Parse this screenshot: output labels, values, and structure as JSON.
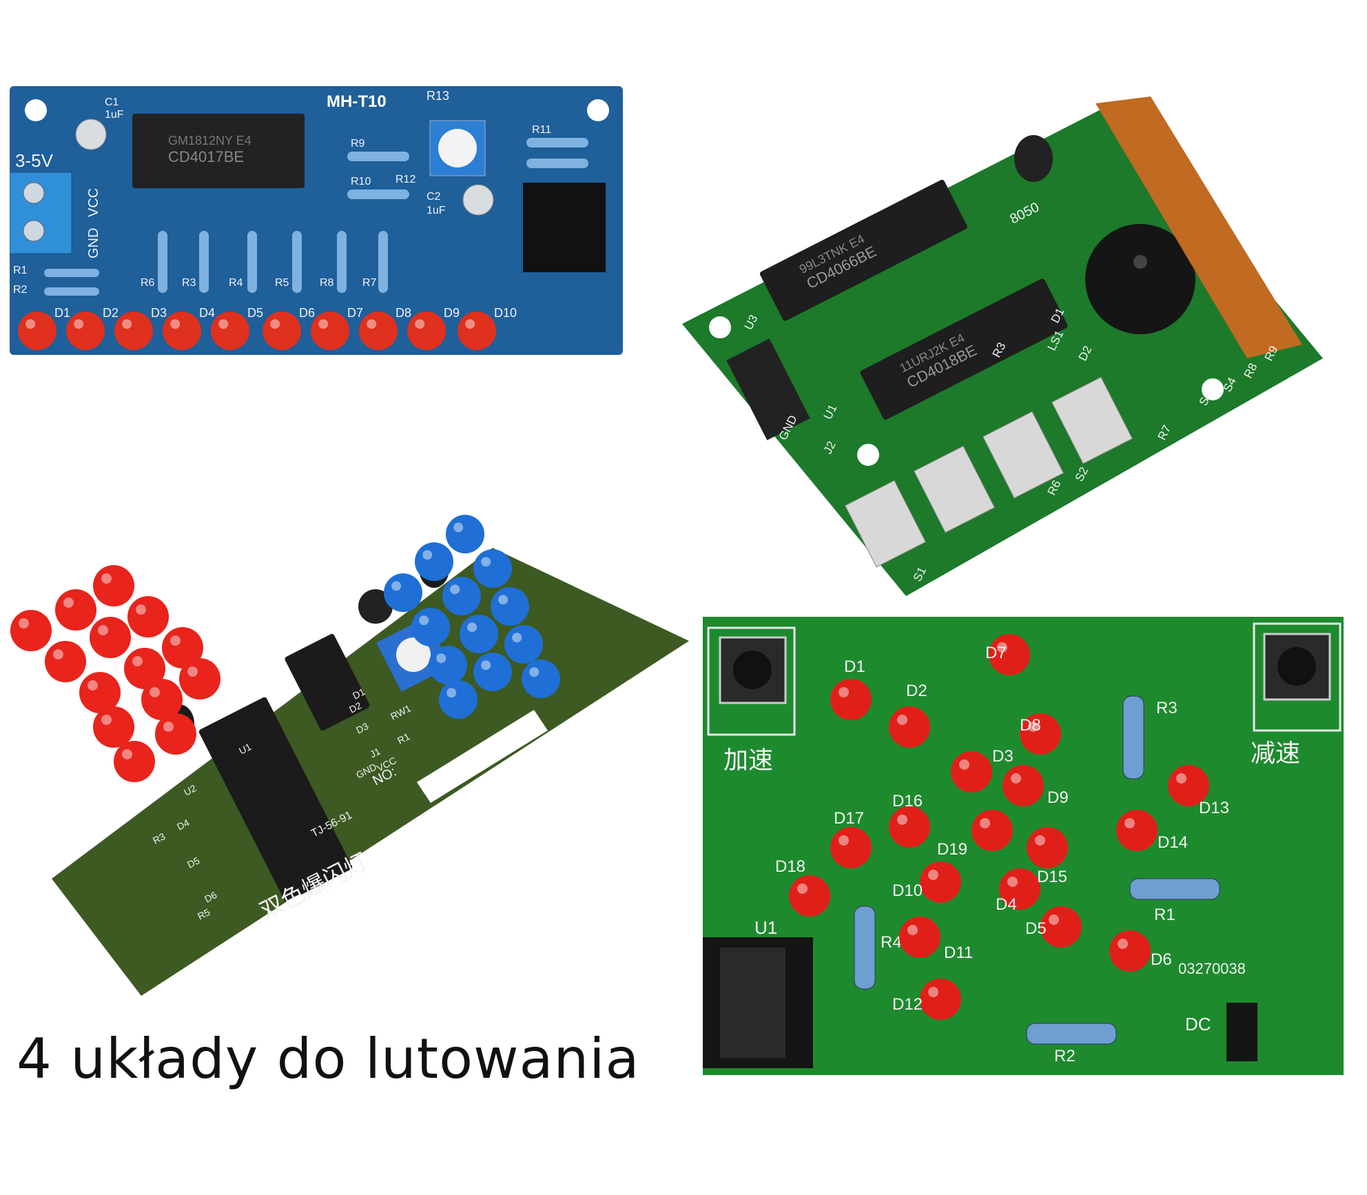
{
  "caption": "4 układy do lutowania",
  "boards": {
    "blue": {
      "model": "MH-T10",
      "voltage": "3-5V",
      "vcc": "VCC",
      "gnd": "GND",
      "chip": "CD4017BE",
      "chip_code": "GM1812NY E4",
      "c1": "C1",
      "c1v": "1uF",
      "c2": "C2",
      "c2v": "1uF",
      "r13": "R13",
      "resistors": [
        "R9",
        "R10",
        "R11",
        "R12",
        "R6",
        "R3",
        "R4",
        "R5",
        "R8",
        "R7",
        "R1",
        "R2"
      ],
      "leds": [
        "D1",
        "D2",
        "D3",
        "D4",
        "D5",
        "D6",
        "D7",
        "D8",
        "D9",
        "D10"
      ],
      "colors": {
        "pcb": "#1f5f9a",
        "led": "#e0301e"
      }
    },
    "green_top": {
      "chip1": "CD4066BE",
      "chip1_code": "99L3TNK E4",
      "chip2": "CD4018BE",
      "chip2_code": "11URJ2K E4",
      "transistor": "8050",
      "labels": [
        "U3",
        "U1",
        "J2",
        "GND",
        "R3",
        "LS1",
        "D1",
        "D2",
        "R9",
        "R8",
        "S4",
        "S3",
        "R7",
        "S2",
        "R6",
        "S1"
      ],
      "colors": {
        "pcb": "#1c7a2a"
      }
    },
    "bicolor": {
      "title": "双色爆闪灯",
      "model_code": "TJ-56-91",
      "no_label": "NO:",
      "labels": [
        "U1",
        "U2",
        "D4",
        "D5",
        "D6",
        "R3",
        "R5",
        "D1",
        "D2",
        "D3",
        "RW1",
        "J1",
        "GND",
        "VCC",
        "R1"
      ],
      "colors": {
        "pcb": "#3d5a22",
        "red": "#e8241c",
        "blue": "#1f6fd6"
      }
    },
    "heart": {
      "speed_up": "加速",
      "speed_down": "减速",
      "code": "03270038",
      "dc": "DC",
      "u1": "U1",
      "resistors": [
        "R1",
        "R2",
        "R3",
        "R4"
      ],
      "leds": [
        "D1",
        "D2",
        "D3",
        "D4",
        "D5",
        "D6",
        "D7",
        "D8",
        "D9",
        "D10",
        "D11",
        "D12",
        "D13",
        "D14",
        "D15",
        "D16",
        "D17",
        "D18",
        "D19"
      ],
      "colors": {
        "pcb": "#1e8a2e",
        "led": "#e02018"
      }
    }
  }
}
